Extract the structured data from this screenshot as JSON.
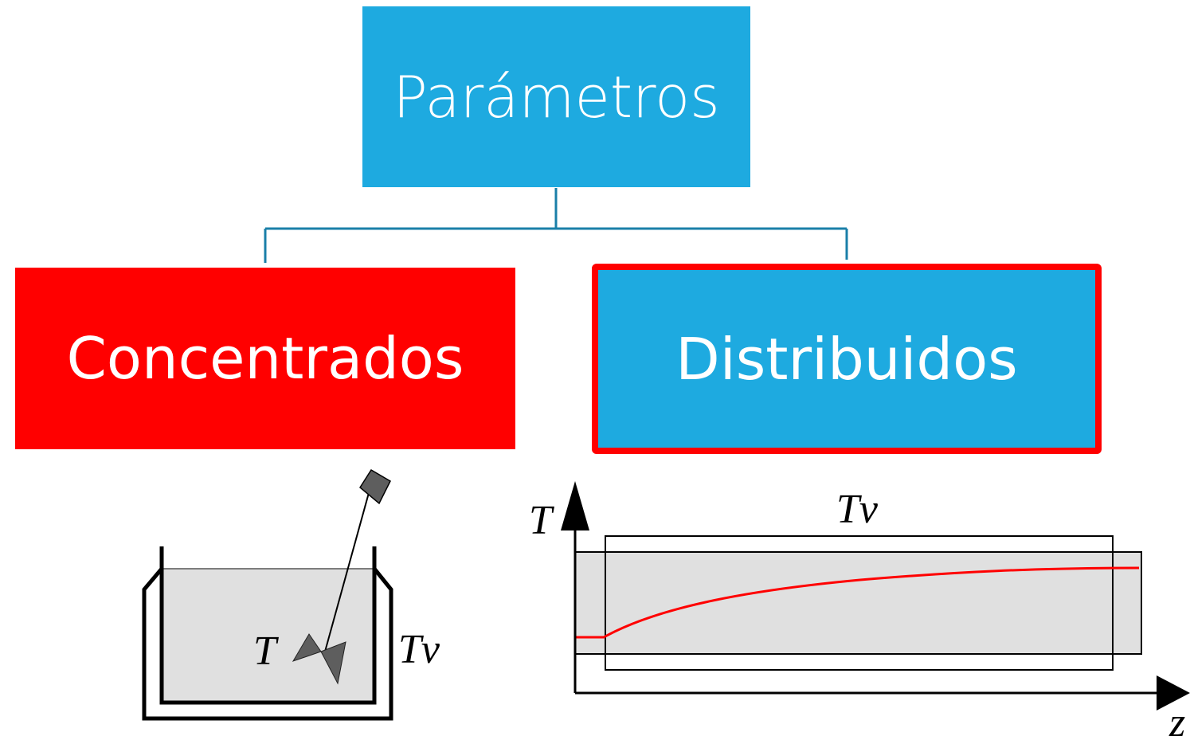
{
  "root": {
    "label": "Parámetros"
  },
  "children": [
    {
      "label": "Concentrados"
    },
    {
      "label": "Distribuidos"
    }
  ],
  "tank_diagram": {
    "inner_label": "T",
    "jacket_label": "Tv"
  },
  "tube_diagram": {
    "y_axis_label": "T",
    "x_axis_label": "z",
    "jacket_label": "Tv"
  },
  "colors": {
    "blue": "#1EAAE0",
    "red": "#FF0000",
    "connector": "#1A7FA8",
    "fill_gray": "#E0E0E0"
  }
}
